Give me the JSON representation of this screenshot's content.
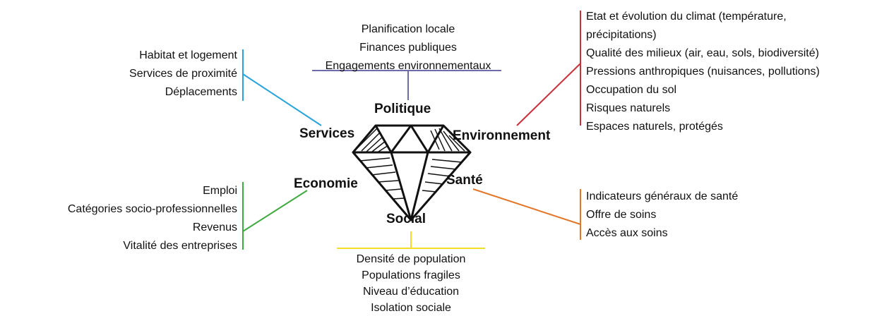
{
  "colors": {
    "politique": "#6f6aa8",
    "services": "#28a3dc",
    "environnement": "#c8303a",
    "economie": "#3faa3f",
    "sante": "#e37729",
    "social": "#f2dc2a"
  },
  "center_icon": "diamond-icon",
  "categories": {
    "politique": {
      "label": "Politique",
      "items": [
        "Planification locale",
        "Finances publiques",
        "Engagements environnementaux"
      ]
    },
    "services": {
      "label": "Services",
      "items": [
        "Habitat et logement",
        "Services de proximité",
        "Déplacements"
      ]
    },
    "environnement": {
      "label": "Environnement",
      "items": [
        "Etat et évolution du climat (température,",
        "précipitations)",
        "Qualité des milieux (air, eau, sols, biodiversité)",
        "Pressions anthropiques (nuisances, pollutions)",
        "Occupation du sol",
        "Risques naturels",
        "Espaces naturels, protégés"
      ]
    },
    "economie": {
      "label": "Economie",
      "items": [
        "Emploi",
        "Catégories socio-professionnelles",
        "Revenus",
        "Vitalité des entreprises"
      ]
    },
    "sante": {
      "label": "Santé",
      "items": [
        "Indicateurs généraux de santé",
        "Offre de soins",
        "Accès aux soins"
      ]
    },
    "social": {
      "label": "Social",
      "items": [
        "Densité de population",
        "Populations fragiles",
        "Niveau d’éducation",
        "Isolation sociale"
      ]
    }
  }
}
